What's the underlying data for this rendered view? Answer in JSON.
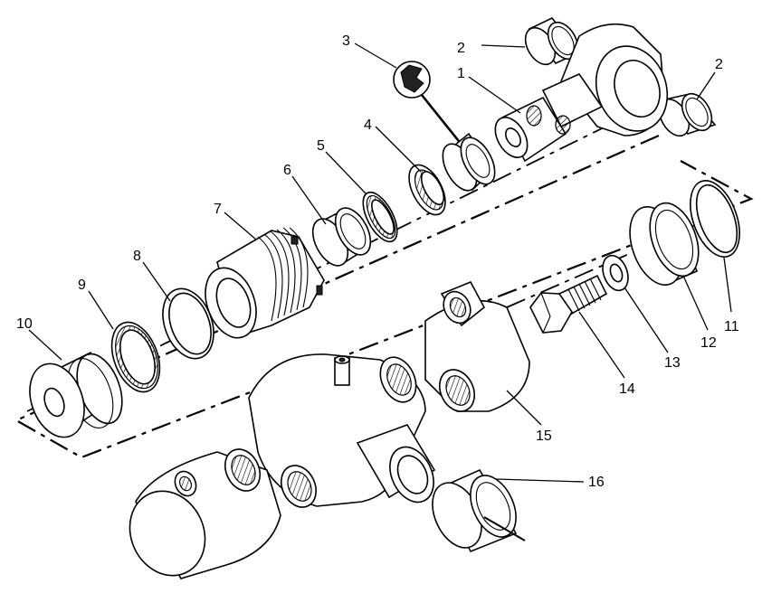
{
  "diagram": {
    "callouts": [
      {
        "id": "c1",
        "label": "1"
      },
      {
        "id": "c2a",
        "label": "2"
      },
      {
        "id": "c2b",
        "label": "2"
      },
      {
        "id": "c3",
        "label": "3"
      },
      {
        "id": "c4",
        "label": "4"
      },
      {
        "id": "c5",
        "label": "5"
      },
      {
        "id": "c6",
        "label": "6"
      },
      {
        "id": "c7",
        "label": "7"
      },
      {
        "id": "c8",
        "label": "8"
      },
      {
        "id": "c9",
        "label": "9"
      },
      {
        "id": "c10",
        "label": "10"
      },
      {
        "id": "c11",
        "label": "11"
      },
      {
        "id": "c12",
        "label": "12"
      },
      {
        "id": "c13",
        "label": "13"
      },
      {
        "id": "c14",
        "label": "14"
      },
      {
        "id": "c15",
        "label": "15"
      },
      {
        "id": "c16",
        "label": "16"
      }
    ]
  }
}
